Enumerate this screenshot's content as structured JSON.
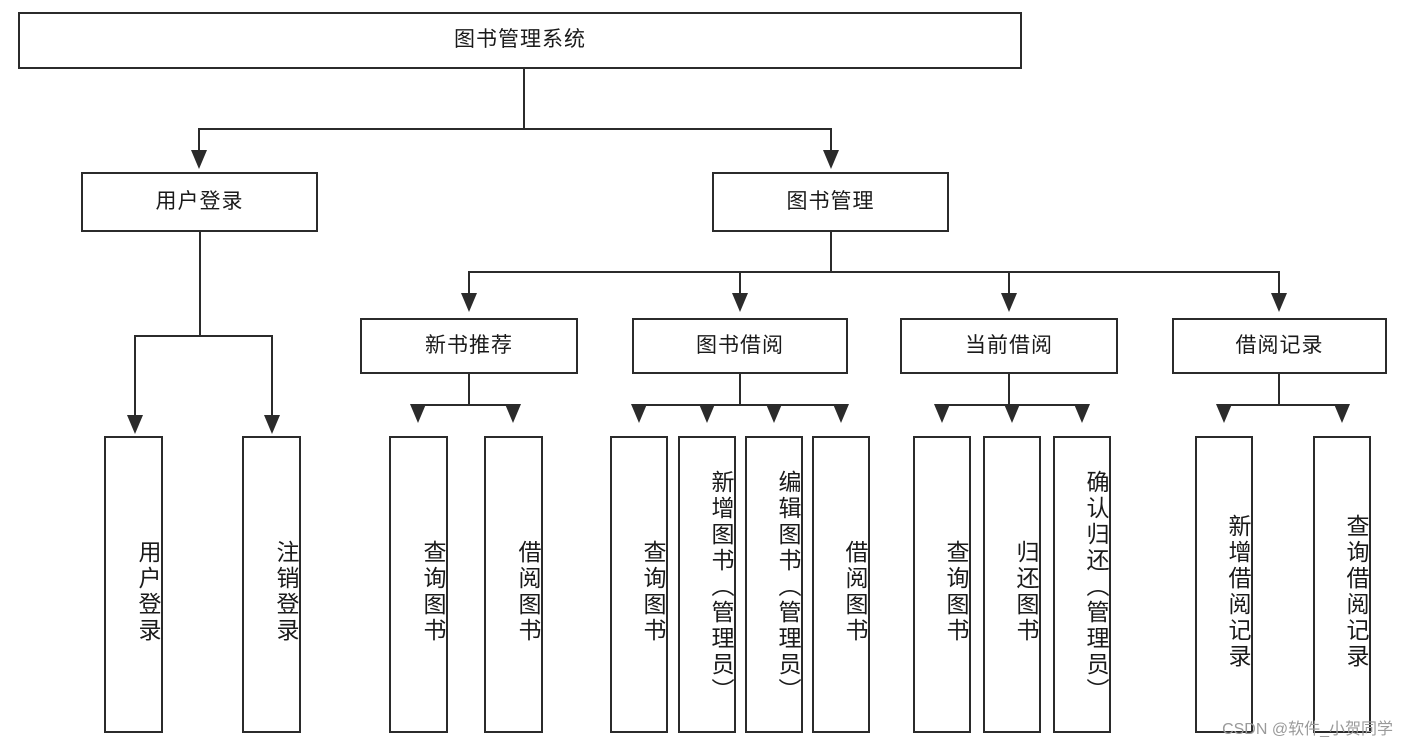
{
  "diagram": {
    "title": "图书管理系统",
    "watermark": "CSDN @软件_小贺同学",
    "nodes": {
      "root": "图书管理系统",
      "user_login": "用户登录",
      "book_manage": "图书管理",
      "new_book_rec": "新书推荐",
      "book_borrow": "图书借阅",
      "current_borrow": "当前借阅",
      "borrow_record": "借阅记录",
      "login_user": "用户登录",
      "logout_user": "注销登录",
      "rec_query_book": "查询图书",
      "rec_borrow_book": "借阅图书",
      "bb_query_book": "查询图书",
      "bb_add_book": "新增图书（管理员）",
      "bb_edit_book": "编辑图书（管理员）",
      "bb_borrow_book": "借阅图书",
      "cb_query_book": "查询图书",
      "cb_return_book": "归还图书",
      "cb_confirm_return": "确认归还（管理员）",
      "br_add_record": "新增借阅记录",
      "br_query_record": "查询借阅记录"
    }
  }
}
